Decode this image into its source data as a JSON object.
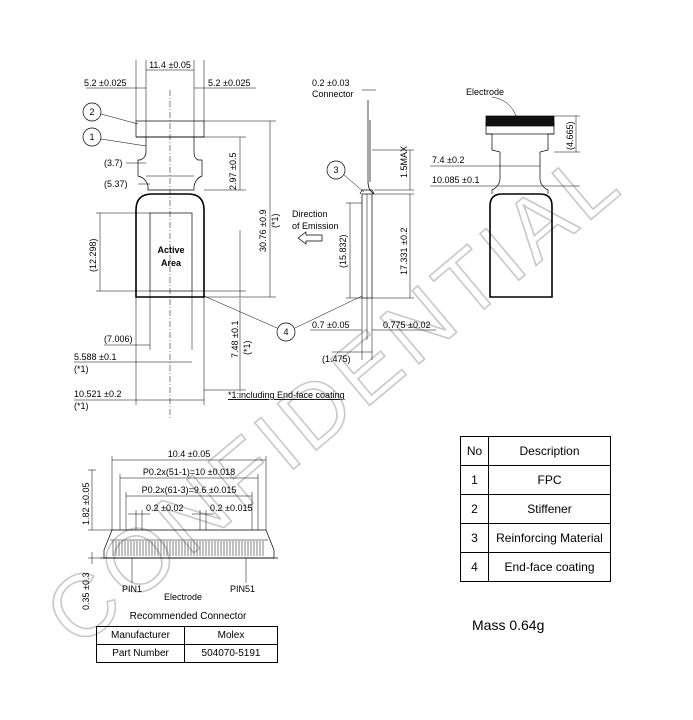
{
  "top_view": {
    "width_overall": "11.4 ±0.05",
    "left_offset": "5.2 ±0.025",
    "right_offset": "5.2 ±0.025",
    "dim_3_7": "(3.7)",
    "dim_5_37": "(5.37)",
    "height_2_97": "2.97 ±0.5",
    "height_30_76": "30.76 ±0.9",
    "height_30_76_note": "(*1)",
    "dim_12_298": "(12.298)",
    "active_area_line1": "Active",
    "active_area_line2": "Area",
    "dim_7_006": "(7.006)",
    "dim_5_588": "5.588 ±0.1",
    "dim_5_588_note": "(*1)",
    "dim_10_521": "10.521 ±0.2",
    "dim_10_521_note": "(*1)",
    "dim_7_48": "7.48 ±0.1",
    "dim_7_48_note": "(*1)",
    "note_text": "*1:including End-face coating",
    "callout_1": "1",
    "callout_2": "2",
    "callout_4": "4"
  },
  "side_view": {
    "dim_connector": "0.2 ±0.03",
    "connector_label": "Connector",
    "dim_1_5max": "1.5MAX",
    "emission_line1": "Direction",
    "emission_line2": "of Emission",
    "dim_15_832": "(15.832)",
    "dim_17_331": "17.331 ±0.2",
    "dim_0_7": "0.7 ±0.05",
    "dim_0_775": "0.775 ±0.02",
    "dim_1_475": "(1.475)",
    "callout_3": "3"
  },
  "back_view": {
    "electrode_label": "Electrode",
    "dim_4_665": "(4.665)",
    "dim_7_4": "7.4 ±0.2",
    "dim_10_085": "10.085 ±0.1"
  },
  "connector_view": {
    "dim_10_4": "10.4 ±0.05",
    "dim_pitch_51": "P0.2x(51-1)=10 ±0.018",
    "dim_pitch_61": "P0.2x(61-3)=9.6 ±0.015",
    "dim_0_2_a": "0.2 ±0.02",
    "dim_0_2_b": "0.2 ±0.015",
    "dim_1_82": "1.82 ±0.05",
    "dim_0_35": "0.35 ±0.3",
    "pin1": "PIN1",
    "pin51": "PIN51",
    "electrode_label": "Electrode"
  },
  "recommended_connector": {
    "title": "Recommended Connector",
    "rows": [
      {
        "key": "Manufacturer",
        "value": "Molex"
      },
      {
        "key": "Part Number",
        "value": "504070-5191"
      }
    ]
  },
  "description_table": {
    "headers": {
      "no": "No",
      "description": "Description"
    },
    "rows": [
      {
        "no": "1",
        "description": "FPC"
      },
      {
        "no": "2",
        "description": "Stiffener"
      },
      {
        "no": "3",
        "description": "Reinforcing Material"
      },
      {
        "no": "4",
        "description": "End-face coating"
      }
    ]
  },
  "mass": "Mass 0.64g",
  "watermark": "CONFIDENTIAL"
}
